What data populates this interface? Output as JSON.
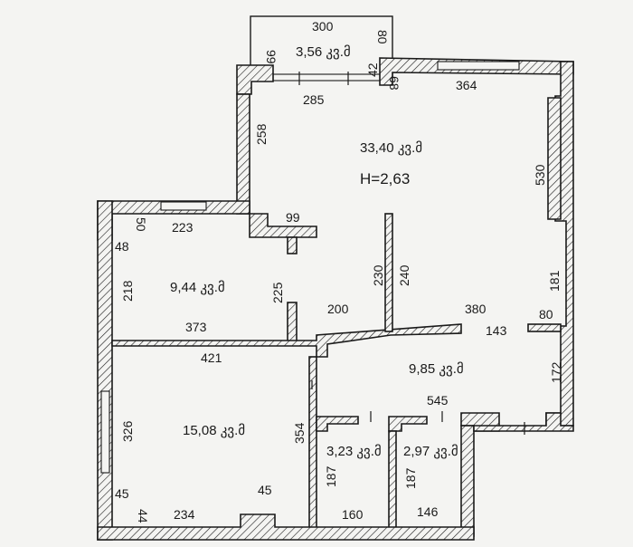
{
  "height_label": "H=2,63",
  "area_unit": "კვ.მ",
  "rooms": [
    {
      "id": "balcony",
      "area": "3,56"
    },
    {
      "id": "living",
      "area": "33,40"
    },
    {
      "id": "bedroom-small",
      "area": "9,44"
    },
    {
      "id": "bedroom-large",
      "area": "15,08"
    },
    {
      "id": "hall",
      "area": "9,85"
    },
    {
      "id": "bath-1",
      "area": "3,23"
    },
    {
      "id": "bath-2",
      "area": "2,97"
    }
  ],
  "dimensions": [
    "300",
    "99",
    "80",
    "285",
    "42",
    "68",
    "364",
    "258",
    "530",
    "99",
    "223",
    "50",
    "48",
    "218",
    "225",
    "230",
    "240",
    "200",
    "373",
    "380",
    "143",
    "80",
    "181",
    "421",
    "172",
    "326",
    "354",
    "545",
    "187",
    "187",
    "45",
    "45",
    "44",
    "234",
    "160",
    "146"
  ]
}
